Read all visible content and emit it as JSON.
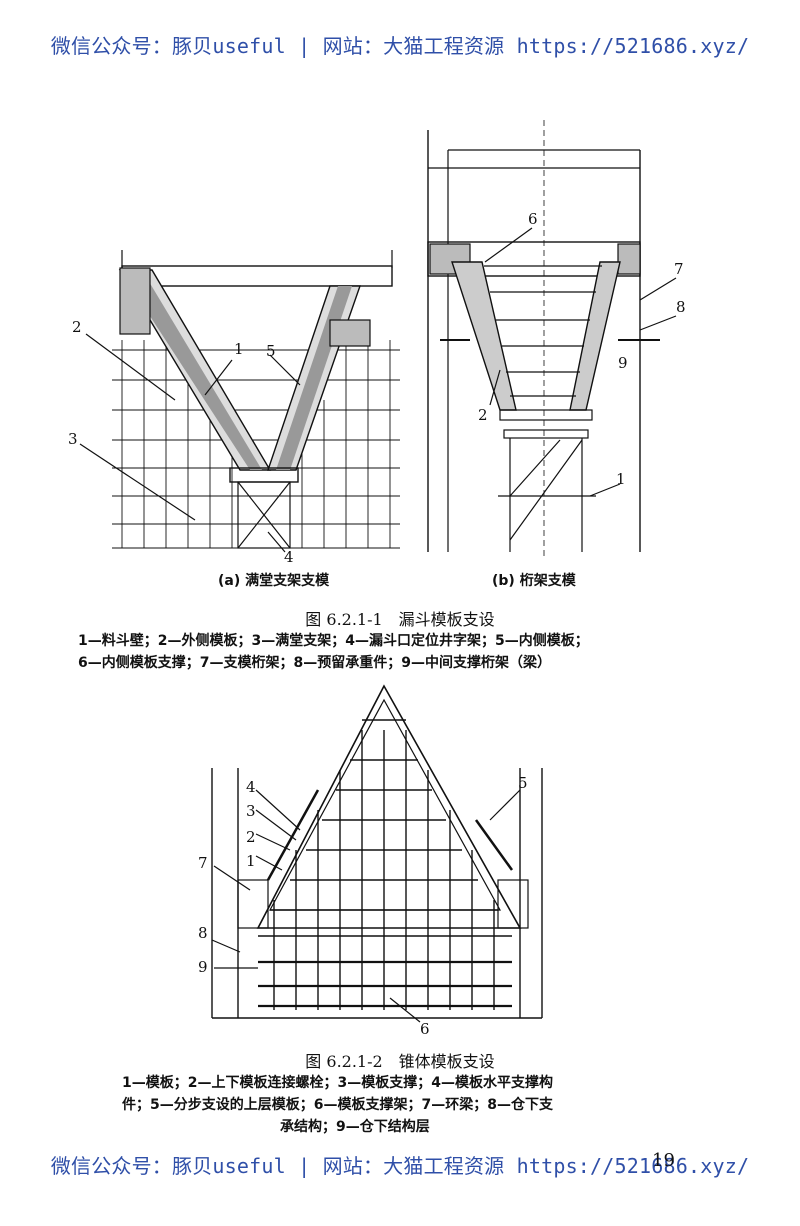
{
  "watermark": {
    "top": "微信公众号：豚贝useful | 网站：大猫工程资源 https://521686.xyz/",
    "bottom": "微信公众号：豚贝useful | 网站：大猫工程资源 https://521686.xyz/"
  },
  "figure1": {
    "sub_a": "(a) 满堂支架支模",
    "sub_b": "(b) 桁架支模",
    "title": "图 6.2.1-1　漏斗模板支设",
    "legend_line1": "1—料斗壁；2—外侧模板；3—满堂支架；4—漏斗口定位井字架；5—内侧模板；",
    "legend_line2": "6—内侧模板支撑；7—支模桁架；8—预留承重件；9—中间支撑桁架（梁）",
    "labels_a": [
      "1",
      "2",
      "3",
      "4",
      "5"
    ],
    "labels_b": [
      "1",
      "2",
      "6",
      "7",
      "8",
      "9"
    ]
  },
  "figure2": {
    "title": "图 6.2.1-2　锥体模板支设",
    "legend_line1": "1—模板；2—上下模板连接螺栓；3—模板支撑；4—模板水平支撑构",
    "legend_line2": "件；5—分步支设的上层模板；6—模板支撑架；7—环梁；8—仓下支",
    "legend_line3": "承结构；9—仓下结构层",
    "labels": [
      "1",
      "2",
      "3",
      "4",
      "5",
      "6",
      "7",
      "8",
      "9"
    ]
  },
  "page_number": "19"
}
